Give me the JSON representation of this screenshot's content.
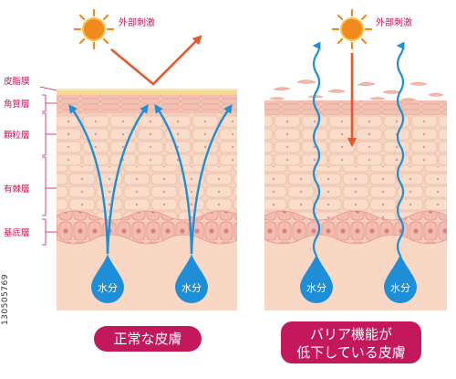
{
  "sun_label": "外部刺激",
  "layer_labels": {
    "sebum": "皮脂膜",
    "stratum_corneum": "角質層",
    "granular": "顆粒層",
    "spinous": "有棘層",
    "basal": "基底層"
  },
  "water_label": "水分",
  "captions": {
    "normal": "正常な皮膚",
    "damaged_line1": "バリア機能が",
    "damaged_line2": "低下している皮膚"
  },
  "stock_id": "130505769",
  "colors": {
    "sebum_film": "#f6d98b",
    "corneum": "#f3c3b8",
    "cells": "#f6d2bd",
    "basal_cells": "#f3bfb5",
    "dermis": "#f8d7c4",
    "water_blue": "#1e8fd6",
    "sun": "#f08a1c",
    "arrow_red": "#e8582a",
    "caption_pink": "#c4185c",
    "label_pink": "#c4185c"
  }
}
